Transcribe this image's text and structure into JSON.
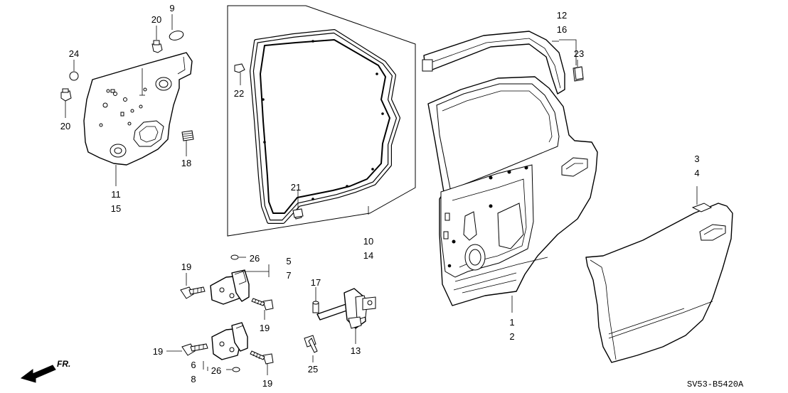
{
  "diagram": {
    "catalog_code": "SV53-B5420A",
    "direction_label": "FR.",
    "labels": {
      "l1": "1",
      "l2": "2",
      "l3": "3",
      "l4": "4",
      "l5": "5",
      "l6": "6",
      "l7": "7",
      "l8": "8",
      "l9": "9",
      "l10": "10",
      "l11": "11",
      "l12": "12",
      "l13": "13",
      "l14": "14",
      "l15": "15",
      "l16": "16",
      "l17": "17",
      "l18": "18",
      "l19a": "19",
      "l19b": "19",
      "l19c": "19",
      "l19d": "19",
      "l20a": "20",
      "l20b": "20",
      "l21": "21",
      "l22": "22",
      "l23": "23",
      "l24": "24",
      "l25": "25",
      "l26a": "26",
      "l26b": "26"
    }
  }
}
